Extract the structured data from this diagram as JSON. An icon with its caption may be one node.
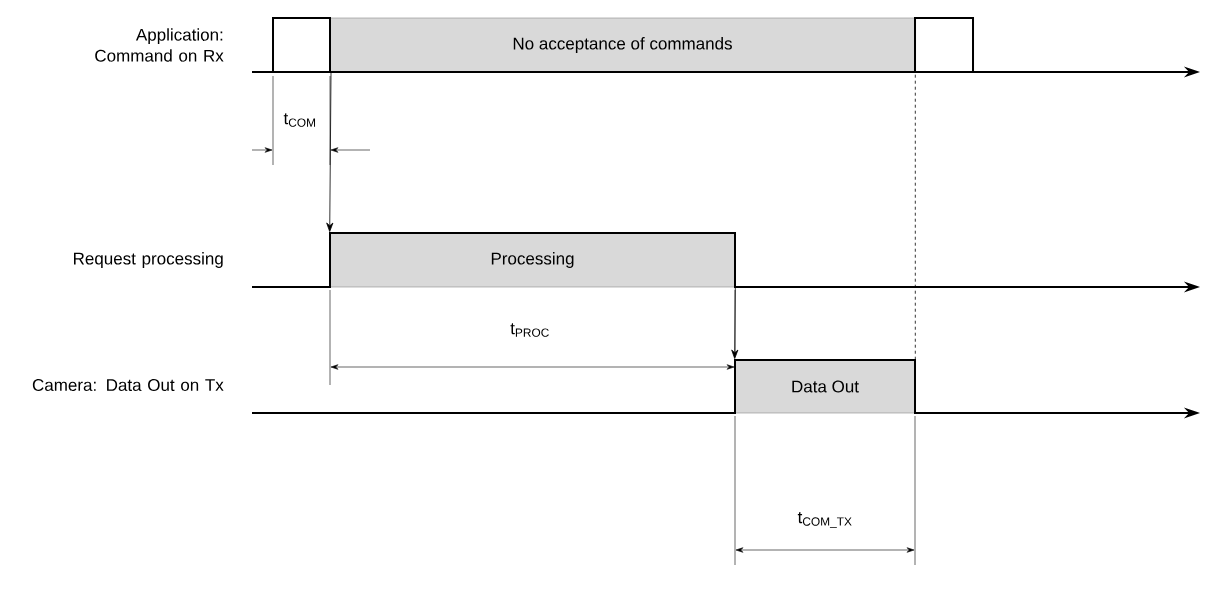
{
  "diagram": {
    "nodes": [
      {
        "text": [],
        "shape": "box"
      },
      {
        "text": [
          "No acceptance of commands"
        ]
      },
      {
        "text": [],
        "shape": "box"
      },
      {
        "text": [
          "Processing"
        ]
      },
      {
        "text": [
          "Data Out"
        ]
      }
    ],
    "edges": [
      {
        "from": 0,
        "to": 3,
        "arrow": "to"
      },
      {
        "from": 3,
        "to": 4,
        "arrow": "to"
      },
      {
        "from": 4,
        "to": 1,
        "arrow": "none",
        "style": "dashed"
      }
    ],
    "labels": [
      "Application: Command on Rx",
      "t$_{COM}$",
      "Request processing",
      "t$_{PROC}$",
      "Camera: Data Out on Tx",
      "t$_{COM_TX}$"
    ]
  }
}
